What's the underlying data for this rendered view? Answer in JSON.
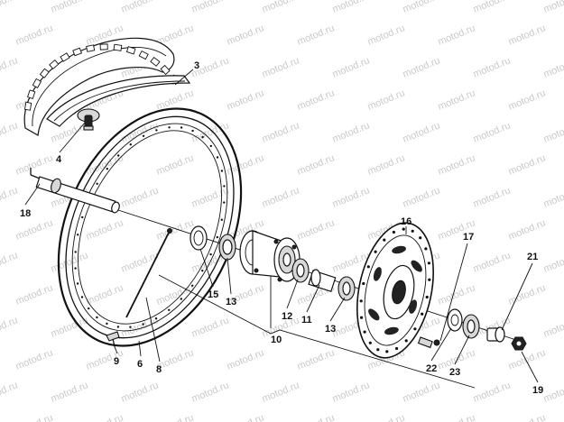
{
  "watermark": {
    "text": "motod.ru"
  },
  "parts": [
    {
      "id": "p3",
      "number": "3"
    },
    {
      "id": "p4",
      "number": "4"
    },
    {
      "id": "p18",
      "number": "18"
    },
    {
      "id": "p16",
      "number": "16"
    },
    {
      "id": "p17",
      "number": "17"
    },
    {
      "id": "p21",
      "number": "21"
    },
    {
      "id": "p15",
      "number": "15"
    },
    {
      "id": "p13a",
      "number": "13"
    },
    {
      "id": "p12",
      "number": "12"
    },
    {
      "id": "p11",
      "number": "11"
    },
    {
      "id": "p13b",
      "number": "13"
    },
    {
      "id": "p10",
      "number": "10"
    },
    {
      "id": "p22",
      "number": "22"
    },
    {
      "id": "p23",
      "number": "23"
    },
    {
      "id": "p19",
      "number": "19"
    },
    {
      "id": "p9",
      "number": "9"
    },
    {
      "id": "p6",
      "number": "6"
    },
    {
      "id": "p8",
      "number": "8"
    }
  ]
}
